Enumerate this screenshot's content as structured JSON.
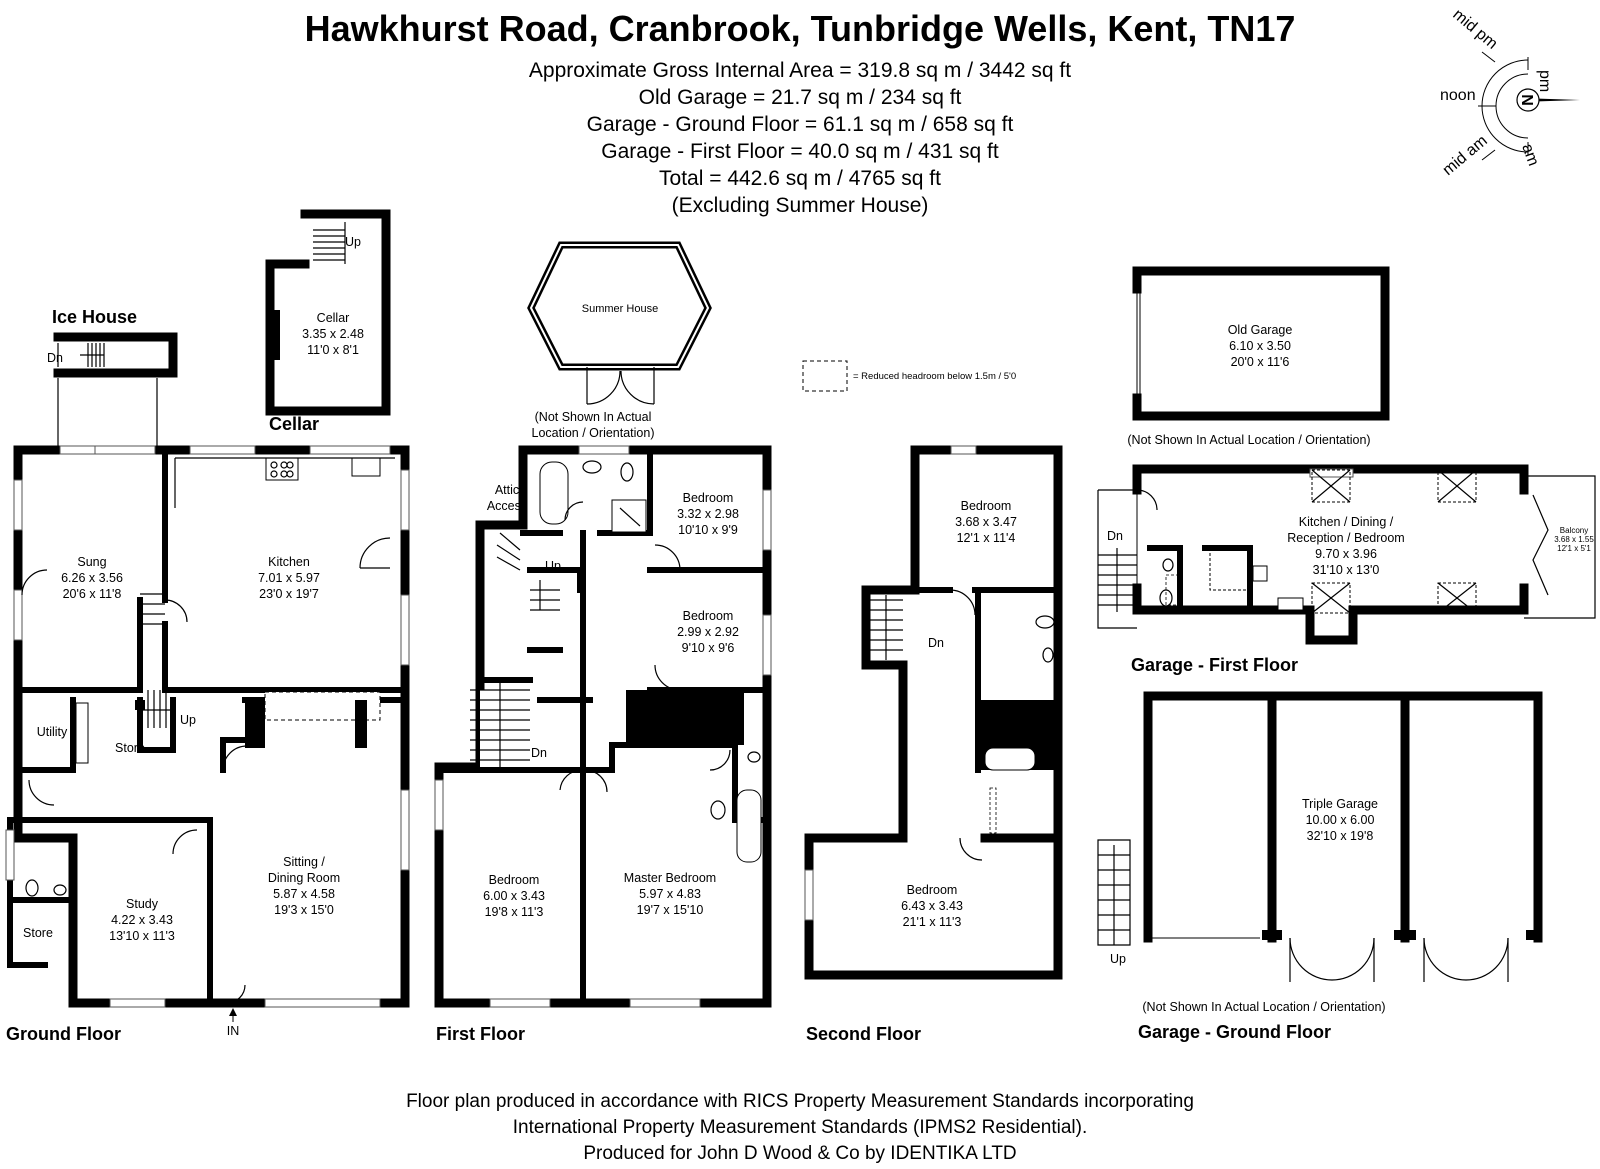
{
  "header": {
    "title": "Hawkhurst Road, Cranbrook, Tunbridge Wells, Kent, TN17",
    "area_lines": [
      "Approximate Gross Internal Area = 319.8 sq m / 3442 sq ft",
      "Old Garage = 21.7 sq m / 234 sq ft",
      "Garage - Ground Floor = 61.1 sq m / 658 sq ft",
      "Garage - First Floor = 40.0 sq m / 431 sq ft",
      "Total = 442.6 sq m / 4765 sq ft",
      "(Excluding Summer House)"
    ]
  },
  "compass": {
    "north": "N",
    "labels": {
      "pm": "pm",
      "mid_pm": "mid pm",
      "noon": "noon",
      "mid_am": "mid am",
      "am": "am"
    }
  },
  "legend": {
    "text": "= Reduced headroom below 1.5m / 5'0"
  },
  "floor_labels": {
    "ice_house": "Ice House",
    "cellar": "Cellar",
    "ground": "Ground Floor",
    "first": "First Floor",
    "second": "Second Floor",
    "garage_first": "Garage - First Floor",
    "garage_ground": "Garage - Ground Floor"
  },
  "notes": {
    "summer_house": [
      "(Not Shown In Actual",
      "Location / Orientation)"
    ],
    "old_garage": "(Not Shown In Actual Location / Orientation)",
    "garage_ground": "(Not Shown In Actual Location / Orientation)"
  },
  "stairs": {
    "up": "Up",
    "dn": "Dn",
    "in": "IN",
    "attic": [
      "Attic",
      "Access"
    ]
  },
  "rooms": {
    "cellar": {
      "name": "Cellar",
      "m": "3.35 x 2.48",
      "ft": "11'0 x 8'1"
    },
    "summer_house": {
      "name": "Summer House"
    },
    "sung": {
      "name": "Sung",
      "m": "6.26 x 3.56",
      "ft": "20'6 x 11'8"
    },
    "kitchen": {
      "name": "Kitchen",
      "m": "7.01 x 5.97",
      "ft": "23'0 x 19'7"
    },
    "utility": {
      "name": "Utility"
    },
    "store1": {
      "name": "Store"
    },
    "store2": {
      "name": "Store"
    },
    "study": {
      "name": "Study",
      "m": "4.22 x 3.43",
      "ft": "13'10 x 11'3"
    },
    "sitting": {
      "name1": "Sitting /",
      "name2": "Dining Room",
      "m": "5.87 x 4.58",
      "ft": "19'3 x 15'0"
    },
    "bed_f1": {
      "name": "Bedroom",
      "m": "3.32 x 2.98",
      "ft": "10'10 x 9'9"
    },
    "bed_f2": {
      "name": "Bedroom",
      "m": "2.99 x 2.92",
      "ft": "9'10 x 9'6"
    },
    "bed_f3": {
      "name": "Bedroom",
      "m": "6.00 x 3.43",
      "ft": "19'8 x 11'3"
    },
    "master": {
      "name": "Master Bedroom",
      "m": "5.97 x 4.83",
      "ft": "19'7 x 15'10"
    },
    "bed_s1": {
      "name": "Bedroom",
      "m": "3.68 x 3.47",
      "ft": "12'1 x 11'4"
    },
    "bed_s2": {
      "name": "Bedroom",
      "m": "6.43 x 3.43",
      "ft": "21'1 x 11'3"
    },
    "old_garage": {
      "name": "Old Garage",
      "m": "6.10 x 3.50",
      "ft": "20'0 x 11'6"
    },
    "gff": {
      "name1": "Kitchen / Dining /",
      "name2": "Reception / Bedroom",
      "m": "9.70 x 3.96",
      "ft": "31'10 x 13'0"
    },
    "balcony": {
      "name": "Balcony",
      "m": "3.68 x 1.55",
      "ft": "12'1 x 5'1"
    },
    "triple": {
      "name": "Triple Garage",
      "m": "10.00 x 6.00",
      "ft": "32'10 x 19'8"
    }
  },
  "footer": [
    "Floor plan produced in accordance with RICS Property Measurement Standards incorporating",
    "International Property Measurement Standards (IPMS2 Residential).",
    "Produced for John D Wood & Co by IDENTIKA LTD"
  ]
}
